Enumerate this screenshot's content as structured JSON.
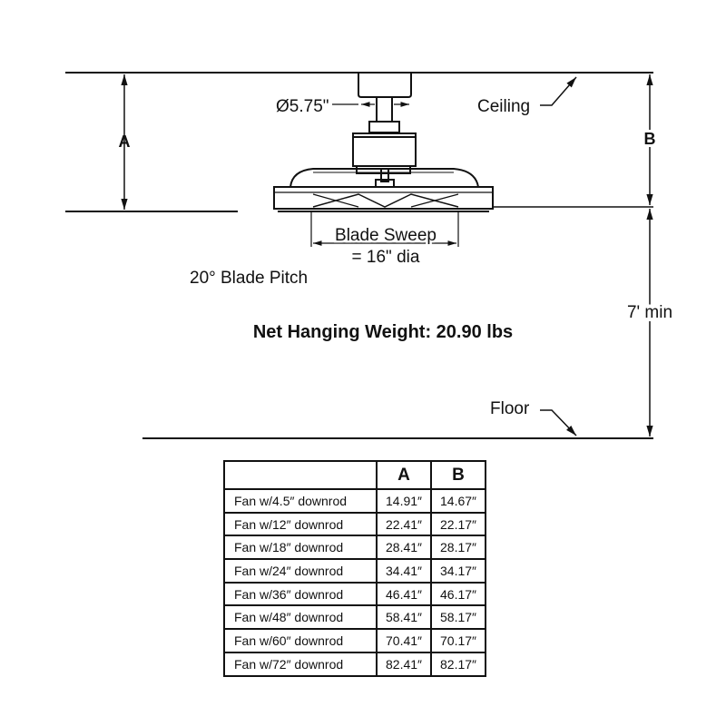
{
  "labels": {
    "dim_a": "A",
    "dim_b": "B",
    "canopy_diameter": "Ø5.75\"",
    "ceiling": "Ceiling",
    "floor": "Floor",
    "blade_sweep_line1": "Blade Sweep",
    "blade_sweep_line2": "= 16\" dia",
    "blade_pitch": "20° Blade Pitch",
    "min_height": "7' min",
    "weight": "Net Hanging Weight: 20.90 lbs"
  },
  "table": {
    "headers": [
      "",
      "A",
      "B"
    ],
    "rows": [
      [
        "Fan w/4.5″ downrod",
        "14.91″",
        "14.67″"
      ],
      [
        "Fan w/12″ downrod",
        "22.41″",
        "22.17″"
      ],
      [
        "Fan w/18″ downrod",
        "28.41″",
        "28.17″"
      ],
      [
        "Fan w/24″ downrod",
        "34.41″",
        "34.17″"
      ],
      [
        "Fan w/36″ downrod",
        "46.41″",
        "46.17″"
      ],
      [
        "Fan w/48″ downrod",
        "58.41″",
        "58.17″"
      ],
      [
        "Fan w/60″ downrod",
        "70.41″",
        "70.17″"
      ],
      [
        "Fan w/72″ downrod",
        "82.41″",
        "82.17″"
      ]
    ]
  }
}
